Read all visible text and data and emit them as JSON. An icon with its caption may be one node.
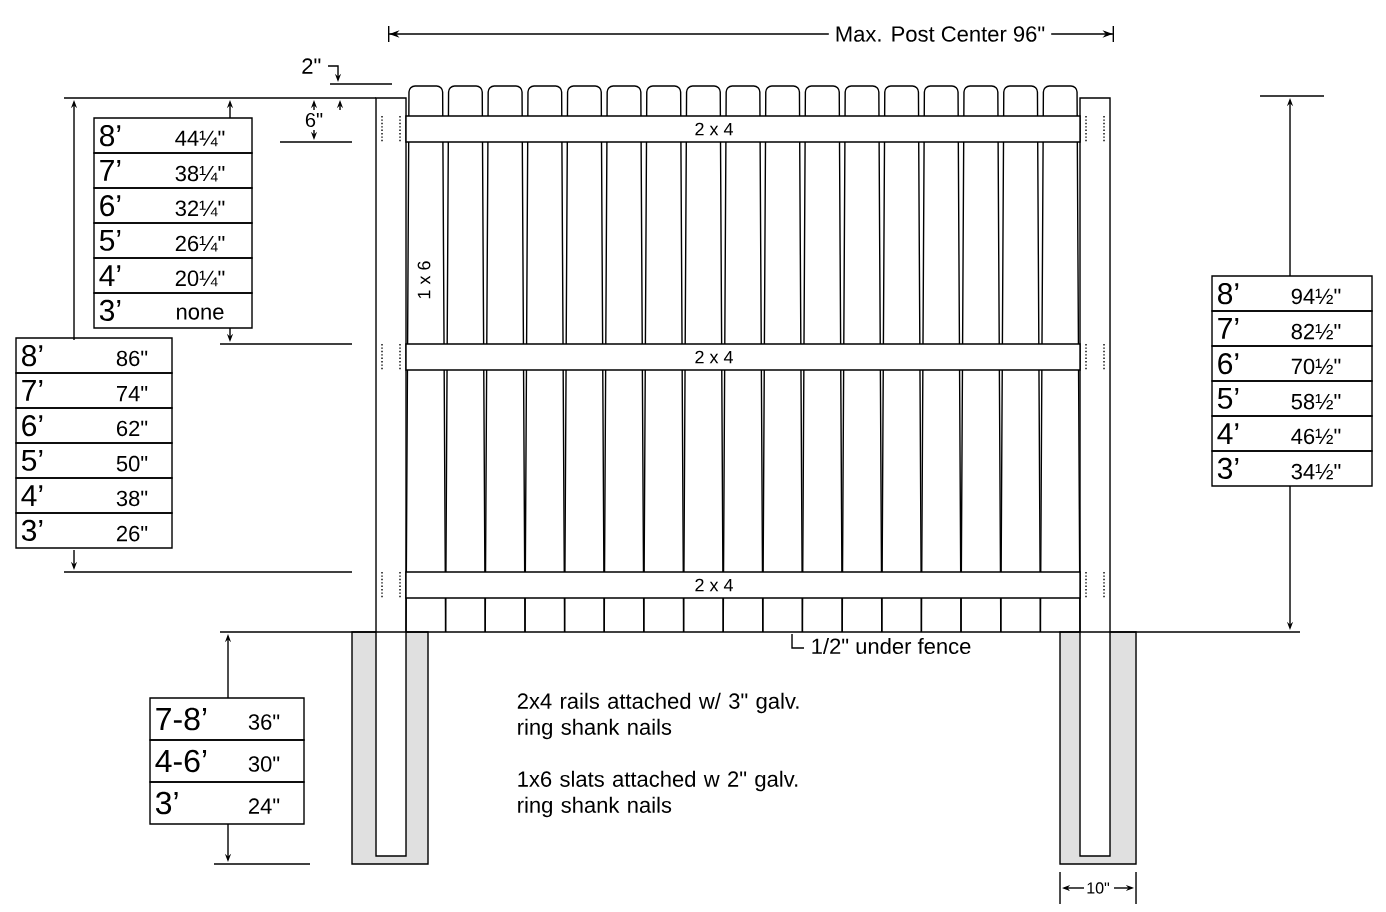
{
  "diagram": {
    "labels": [
      "Max. Post Center 96\"",
      "2\"",
      "6\"",
      "8’",
      "44¼\"",
      "7’",
      "38¼\"",
      "6’",
      "32¼\"",
      "5’",
      "26¼\"",
      "4’",
      "20¼\"",
      "3’",
      "none",
      "2 x 4",
      "1 x 6",
      "8’",
      "86\"",
      "7’",
      "74\"",
      "6’",
      "62\"",
      "5’",
      "50\"",
      "4’",
      "38\"",
      "3’",
      "26\"",
      "2 x 4",
      "8’",
      "94½\"",
      "7’",
      "82½\"",
      "6’",
      "70½\"",
      "5’",
      "58½\"",
      "4’",
      "46½\"",
      "3’",
      "34½\"",
      "2 x 4",
      "1/2\" under fence",
      "2x4 rails attached w/ 3\" galv. ring shank nails",
      "1x6 slats attached w 2\" galv. ring shank nails",
      "7-8’",
      "36\"",
      "4-6’",
      "30\"",
      "3’",
      "24\"",
      "10\""
    ]
  }
}
